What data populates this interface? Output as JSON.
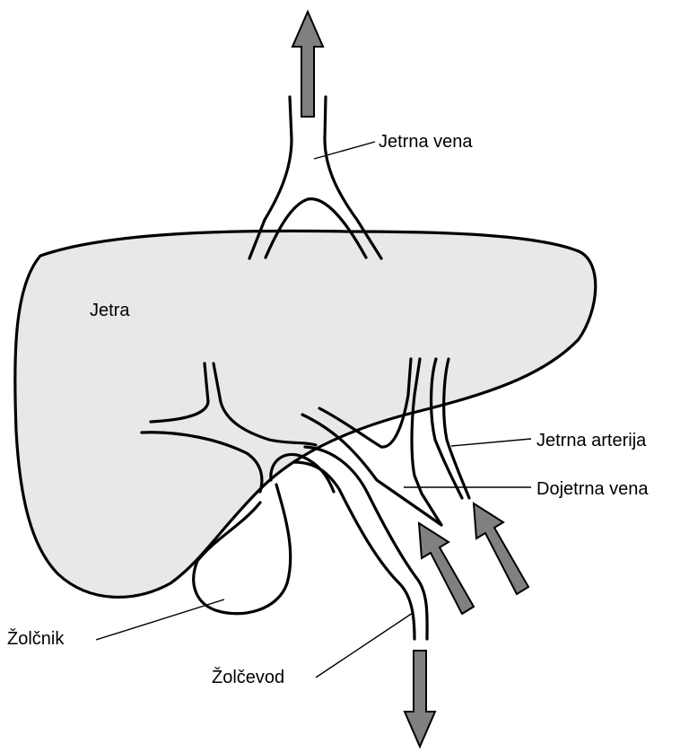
{
  "colors": {
    "liver_fill": "#e8e8e8",
    "arrow_fill": "#808080",
    "outline": "#000000",
    "background": "#ffffff"
  },
  "labels": {
    "liver": "Jetra",
    "hepatic_vein": "Jetrna vena",
    "hepatic_artery": "Jetrna arterija",
    "portal_vein": "Dojetrna vena",
    "gallbladder": "Žolčnik",
    "bile_duct": "Žolčevod"
  },
  "flow_arrows": [
    {
      "name": "hepatic-vein-outflow",
      "direction": "up"
    },
    {
      "name": "portal-vein-inflow",
      "direction": "up-left"
    },
    {
      "name": "hepatic-artery-inflow",
      "direction": "up-left"
    },
    {
      "name": "bile-duct-outflow",
      "direction": "down"
    }
  ]
}
